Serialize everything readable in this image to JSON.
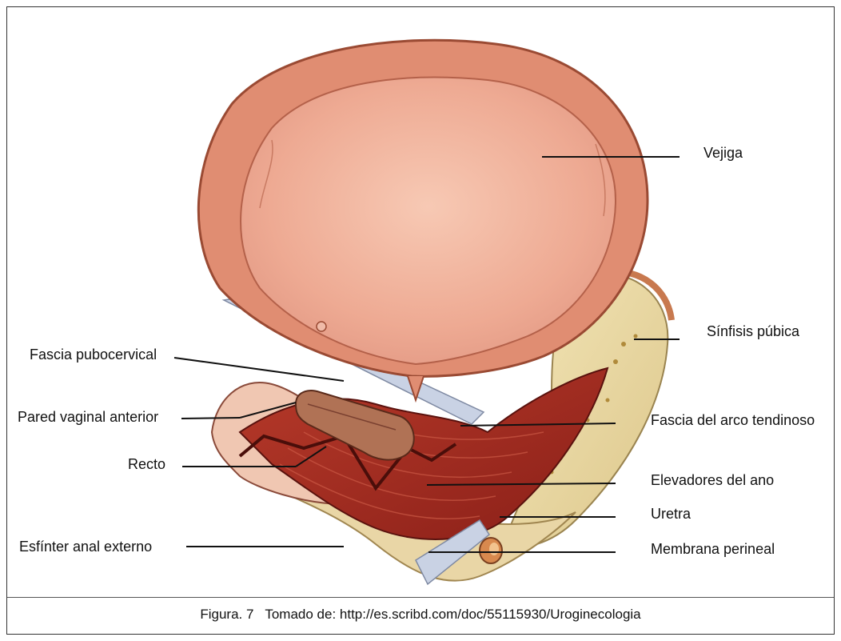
{
  "labels": {
    "vejiga": "Vejiga",
    "sinfisis": "Sínfisis púbica",
    "fascia_pubocervical": "Fascia pubocervical",
    "pared_vaginal": "Pared vaginal anterior",
    "fascia_arco": "Fascia del arco tendinoso",
    "recto": "Recto",
    "elevadores": "Elevadores del ano",
    "uretra": "Uretra",
    "esfinter": "Esfínter anal externo",
    "membrana": "Membrana perineal"
  },
  "caption": {
    "figure_number": "Figura. 7",
    "source_text": "Tomado de: http://es.scribd.com/doc/55115930/Uroginecologia"
  }
}
